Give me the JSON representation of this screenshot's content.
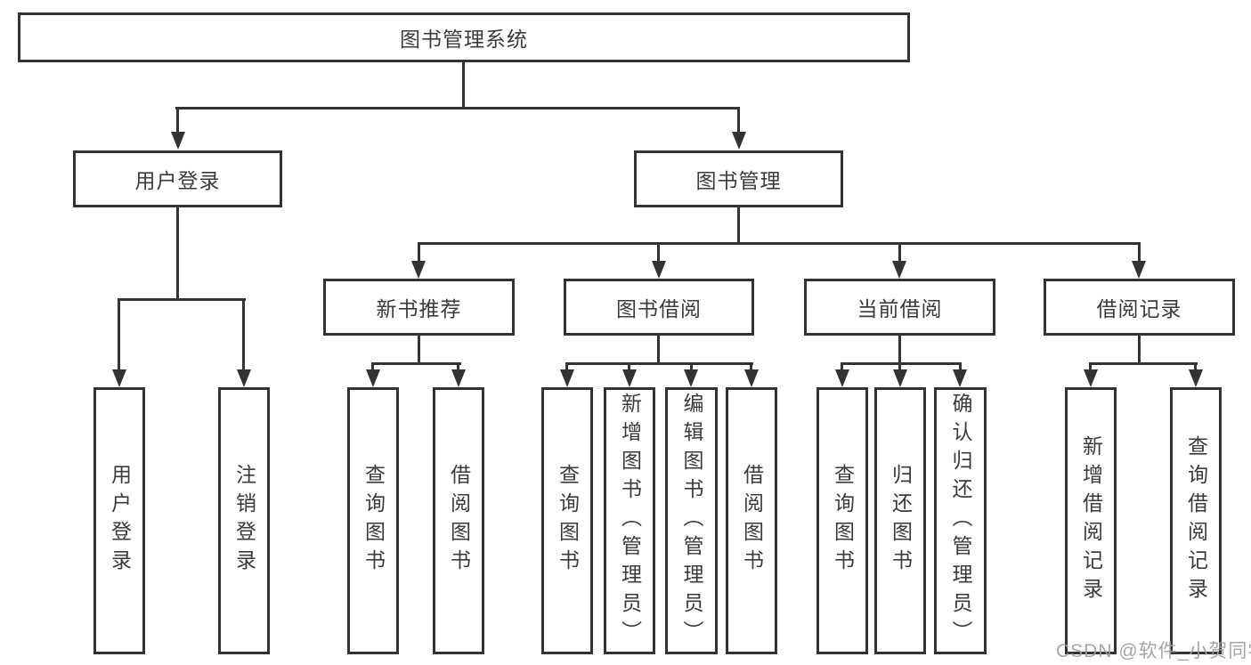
{
  "tree": {
    "root": {
      "label": "图书管理系统"
    },
    "level2": [
      {
        "label": "用户登录",
        "leaves": [
          "用户登录",
          "注销登录"
        ]
      },
      {
        "label": "图书管理"
      }
    ],
    "level3": [
      {
        "label": "新书推荐",
        "leaves": [
          "查询图书",
          "借阅图书"
        ]
      },
      {
        "label": "图书借阅",
        "leaves": [
          "查询图书",
          "新增图书（管理员）",
          "编辑图书（管理员）",
          "借阅图书"
        ]
      },
      {
        "label": "当前借阅",
        "leaves": [
          "查询图书",
          "归还图书",
          "确认归还（管理员）"
        ]
      },
      {
        "label": "借阅记录",
        "leaves": [
          "新增借阅记录",
          "查询借阅记录"
        ]
      }
    ]
  },
  "watermark": "CSDN @软件_小贺同学",
  "colors": {
    "line": "#333333",
    "text": "#3b3b3b",
    "watermark": "#9e9e9e",
    "background": "#ffffff"
  }
}
